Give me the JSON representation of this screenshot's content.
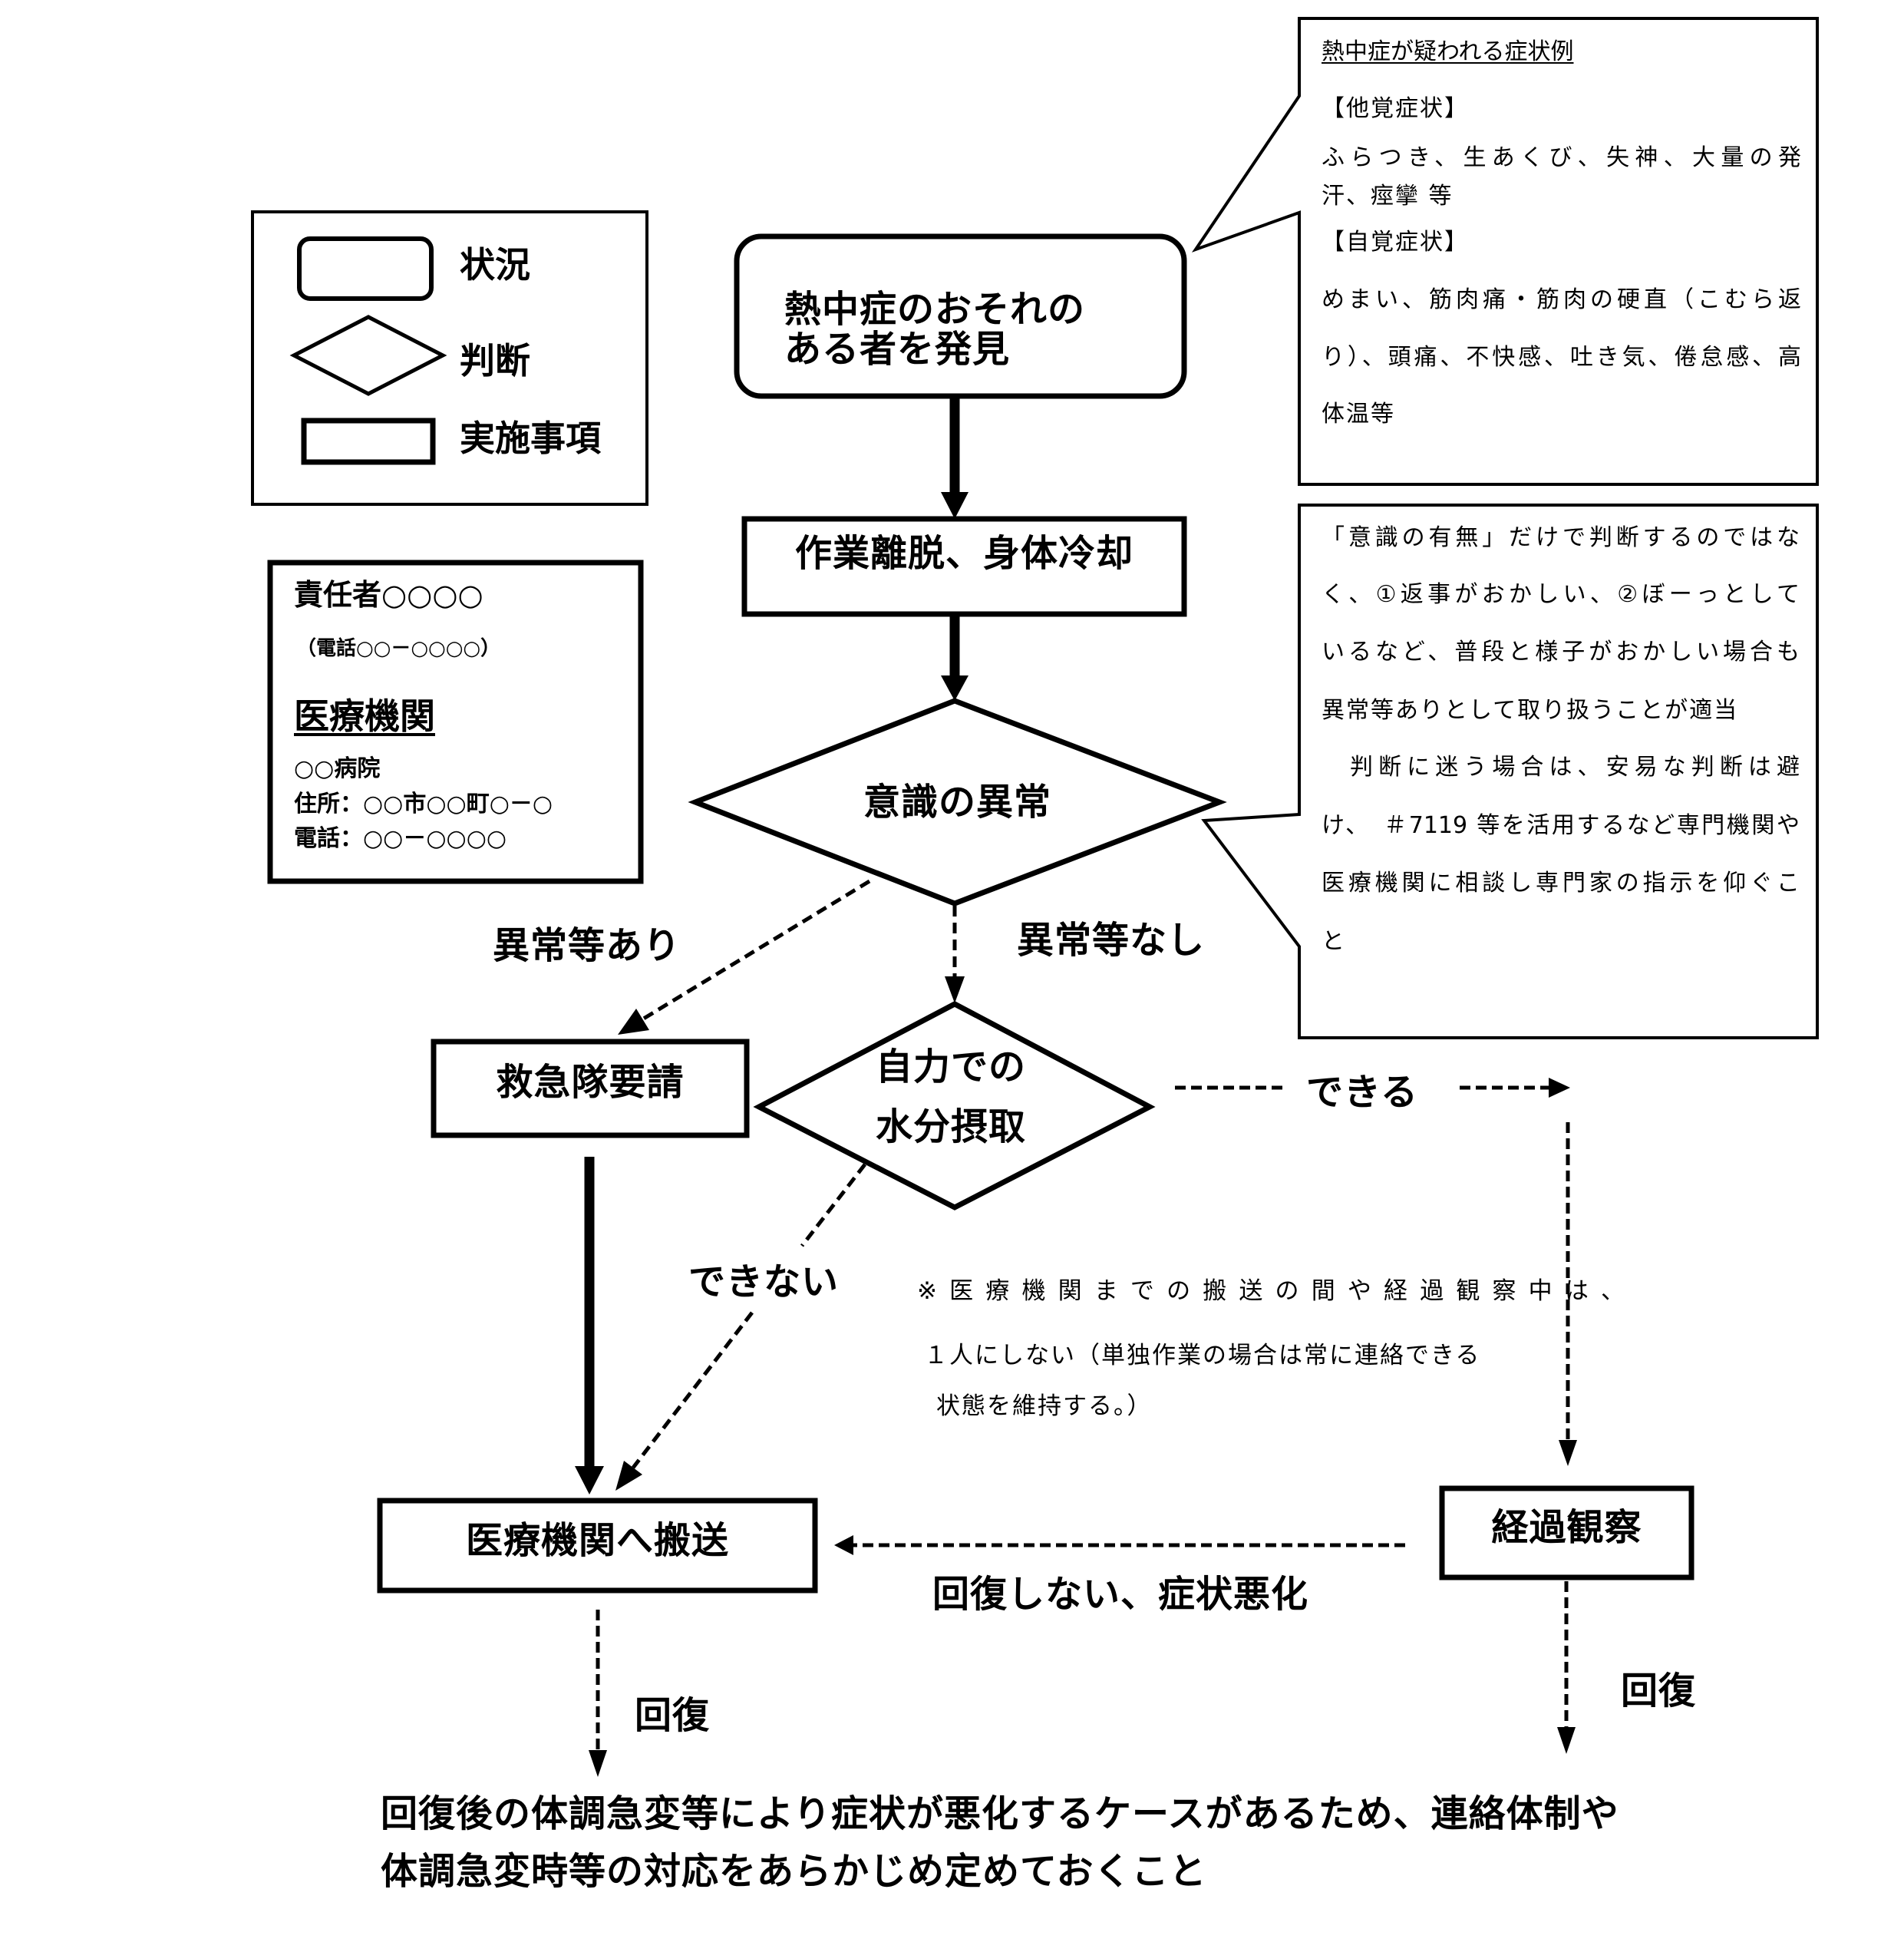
{
  "colors": {
    "stroke": "#000000",
    "background": "#ffffff",
    "text": "#000000"
  },
  "legend": {
    "items": [
      {
        "shape": "rounded-rectangle",
        "label": "状況"
      },
      {
        "shape": "diamond",
        "label": "判断"
      },
      {
        "shape": "rectangle",
        "label": "実施事項"
      }
    ]
  },
  "contact": {
    "responsible": "責任者○○○○",
    "responsible_phone": "（電話○○－○○○○）",
    "medical_heading": "医療機関",
    "hospital": "○○病院",
    "address": "住所：○○市○○町○－○",
    "phone": "電話：○○－○○○○"
  },
  "nodes": {
    "start": {
      "type": "situation",
      "lines": [
        "熱中症のおそれの",
        "ある者を発見"
      ]
    },
    "cooling": {
      "type": "action",
      "label": "作業離脱、身体冷却"
    },
    "consciousness": {
      "type": "decision",
      "label": "意識の異常"
    },
    "ambulance": {
      "type": "action",
      "label": "救急隊要請"
    },
    "hydration": {
      "type": "decision",
      "lines": [
        "自力での",
        "水分摂取"
      ]
    },
    "transport": {
      "type": "action",
      "label": "医療機関へ搬送"
    },
    "observation": {
      "type": "action",
      "label": "経過観察"
    }
  },
  "edges": [
    {
      "from": "start",
      "to": "cooling",
      "style": "solid",
      "label": ""
    },
    {
      "from": "cooling",
      "to": "consciousness",
      "style": "solid",
      "label": ""
    },
    {
      "from": "consciousness",
      "to": "ambulance",
      "style": "dashed",
      "label": "異常等あり"
    },
    {
      "from": "consciousness",
      "to": "hydration",
      "style": "dashed",
      "label": "異常等なし"
    },
    {
      "from": "hydration",
      "to": "observation",
      "style": "dashed",
      "label": "できる"
    },
    {
      "from": "hydration",
      "to": "transport",
      "style": "dashed",
      "label": "できない"
    },
    {
      "from": "ambulance",
      "to": "transport",
      "style": "solid",
      "label": ""
    },
    {
      "from": "observation",
      "to": "transport",
      "style": "dashed",
      "label": "回復しない、症状悪化"
    },
    {
      "from": "transport",
      "to": "footer",
      "style": "dashed",
      "label": "回復"
    },
    {
      "from": "observation",
      "to": "recovered",
      "style": "dashed",
      "label": "回復"
    }
  ],
  "callouts": {
    "symptoms": {
      "title": "熱中症が疑われる症状例",
      "objective_heading": "【他覚症状】",
      "objective_lines": [
        "ふらつき、生あくび、失神、大量の発",
        "汗、痙攣 等"
      ],
      "subjective_heading": "【自覚症状】",
      "subjective_lines": [
        "めまい、筋肉痛・筋肉の硬直（こむら返",
        "り）、頭痛、不快感、吐き気、倦怠感、高",
        "体温等"
      ]
    },
    "judgement": {
      "lines": [
        "「意識の有無」だけで判断するのではな",
        "く、①返事がおかしい、②ぼーっとして",
        "いるなど、普段と様子がおかしい場合も",
        "異常等ありとして取り扱うことが適当",
        "　判断に迷う場合は、安易な判断は避",
        "け、　＃7119 等を活用するなど専門機関や",
        "医療機関に相談し専門家の指示を仰ぐこ",
        "と"
      ]
    }
  },
  "note": {
    "lines": [
      "※医療機関までの搬送の間や経過観察中は、",
      "１人にしない（単独作業の場合は常に連絡できる",
      "状態を維持する。）"
    ]
  },
  "footer": {
    "lines": [
      "回復後の体調急変等により症状が悪化するケースがあるため、連絡体制や",
      "体調急変時等の対応をあらかじめ定めておくこと"
    ]
  }
}
